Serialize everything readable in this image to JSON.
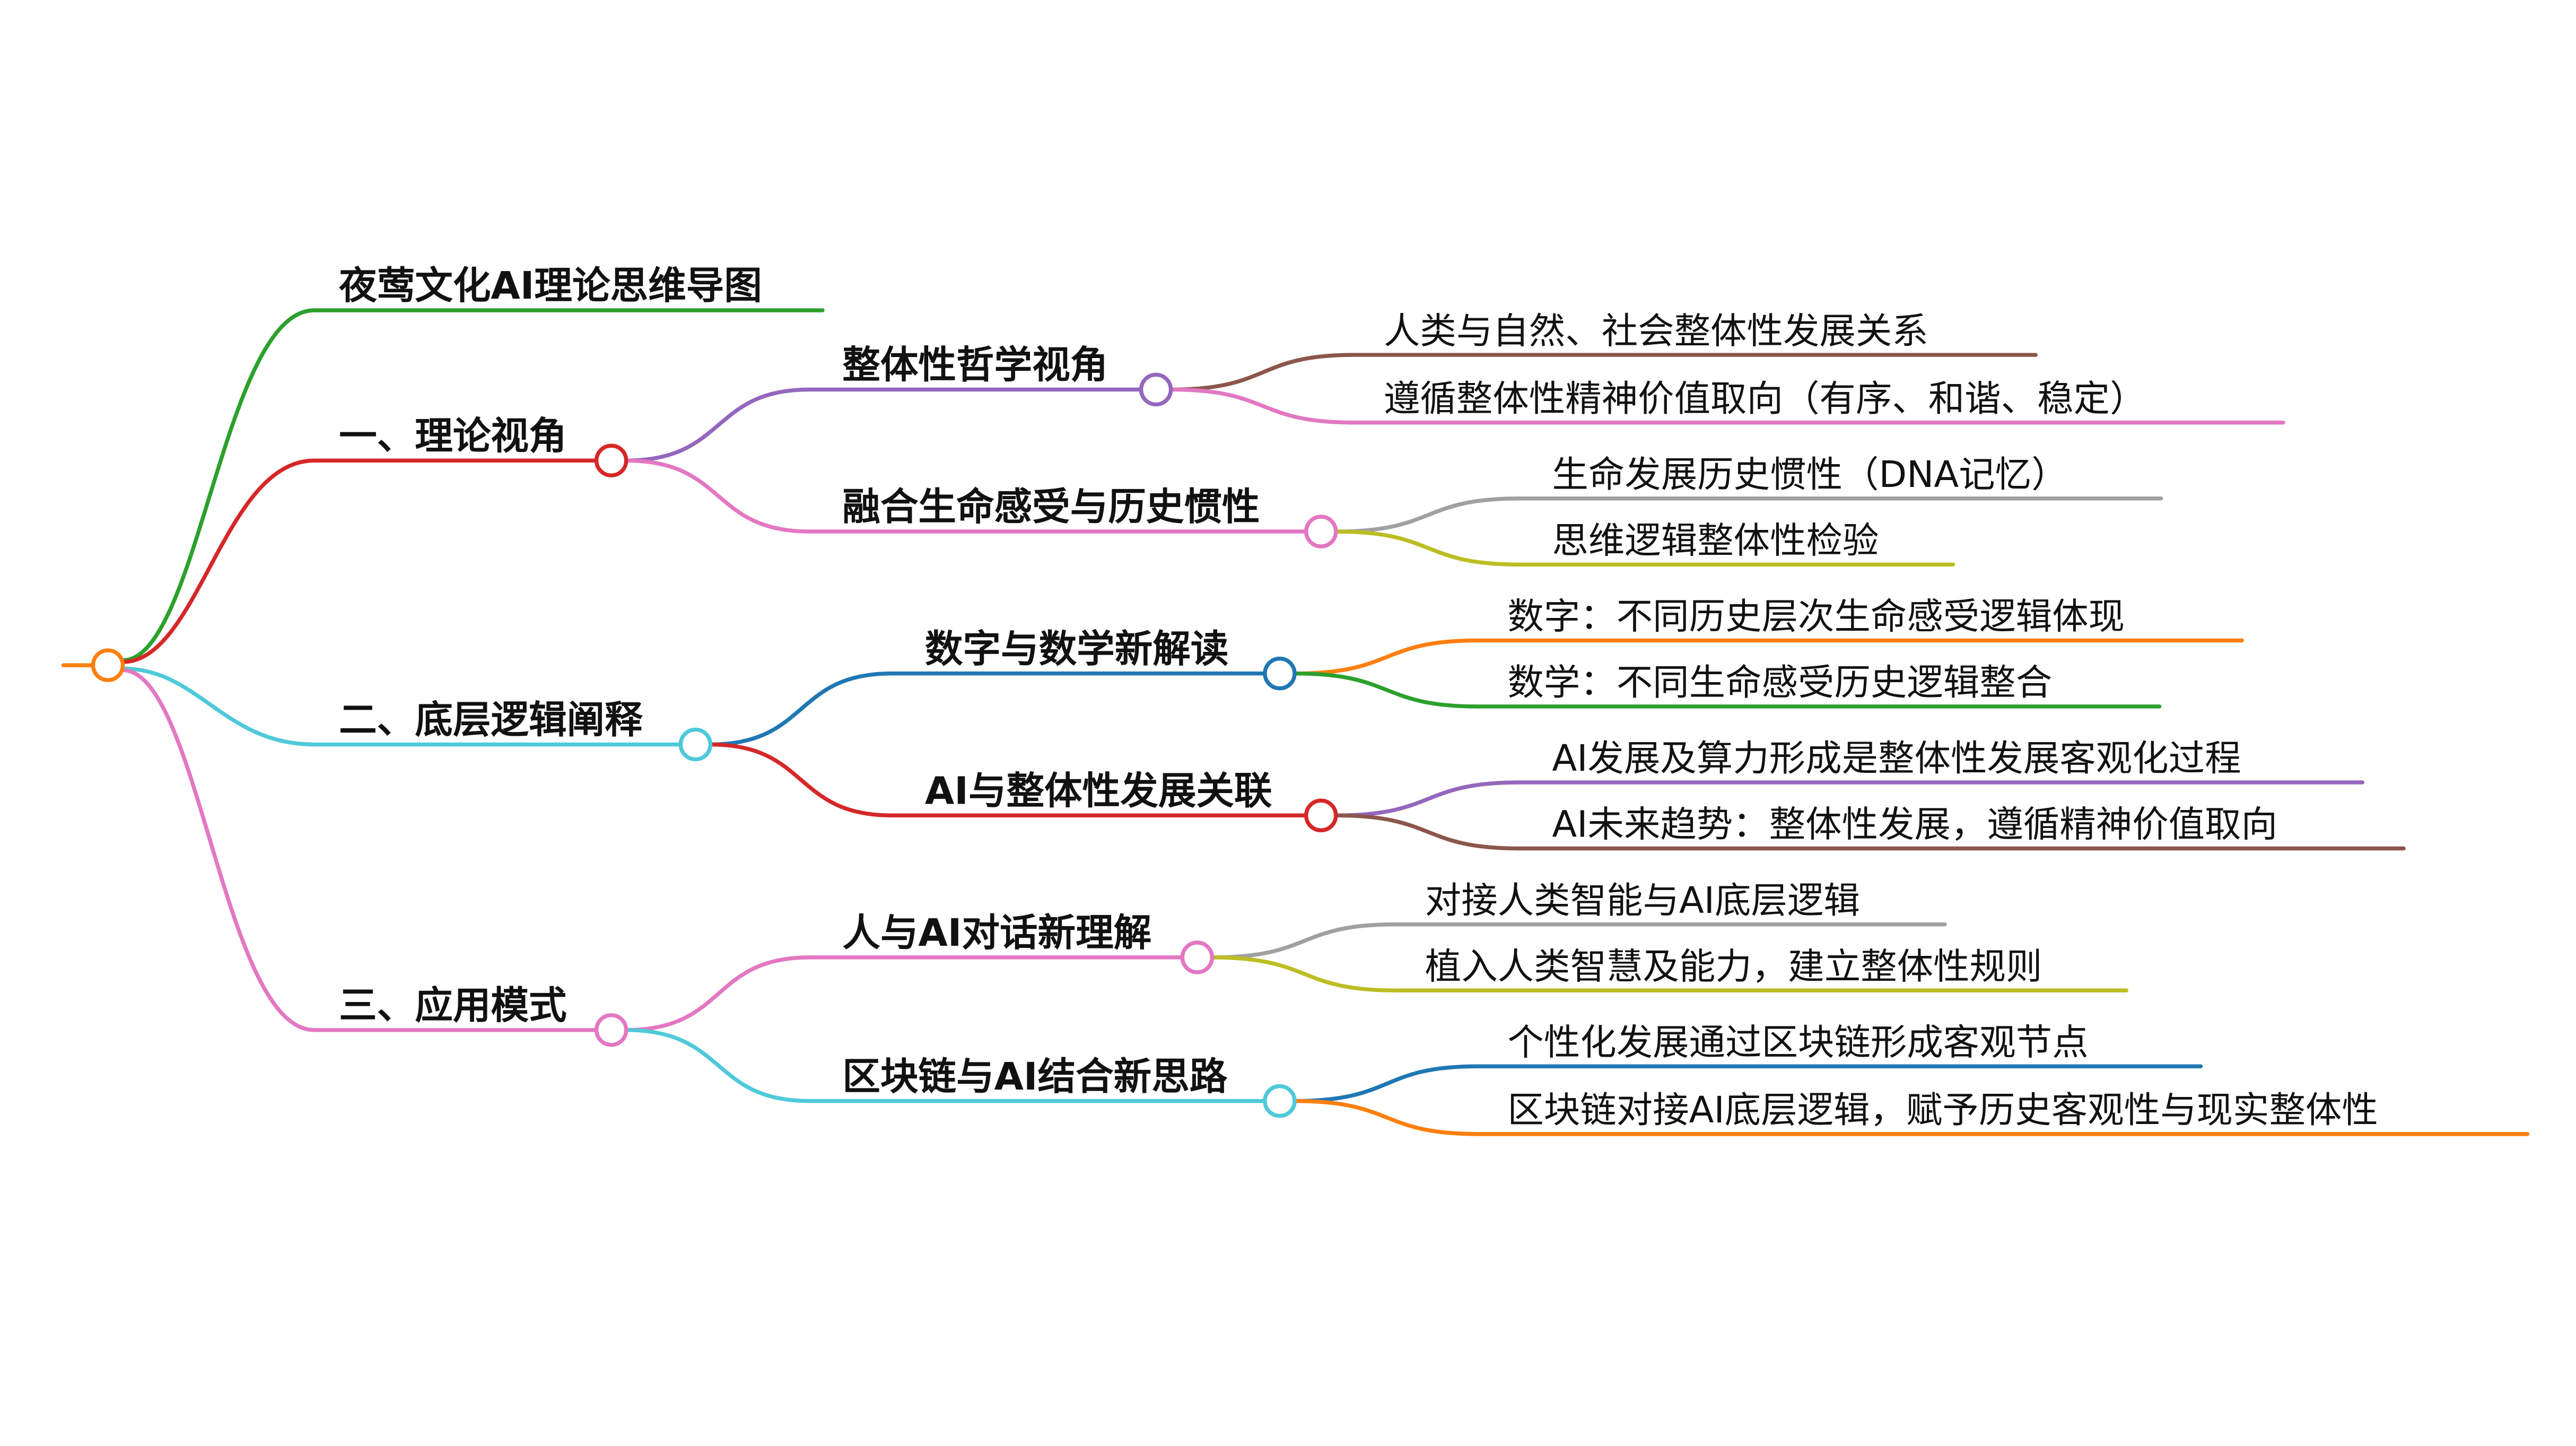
{
  "title": "夜莺文化AI理论思维导图",
  "colors": {
    "root": "#ff7f0e",
    "green": "#2ca02c",
    "red": "#d62728",
    "cyan": "#4fc9d9",
    "pink": "#e377c2",
    "purple": "#9467bd",
    "blue": "#1f77b4",
    "brown": "#8c564b",
    "gray": "#a0a0a0",
    "olive": "#bcbd22",
    "orange": "#ff7f0e"
  },
  "branches": [
    {
      "label": "一、理论视角",
      "children": [
        {
          "label": "整体性哲学视角",
          "leaves": [
            "人类与自然、社会整体性发展关系",
            "遵循整体性精神价值取向（有序、和谐、稳定）"
          ]
        },
        {
          "label": "融合生命感受与历史惯性",
          "leaves": [
            "生命发展历史惯性（DNA记忆）",
            "思维逻辑整体性检验"
          ]
        }
      ]
    },
    {
      "label": "二、底层逻辑阐释",
      "children": [
        {
          "label": "数字与数学新解读",
          "leaves": [
            "数字：不同历史层次生命感受逻辑体现",
            "数学：不同生命感受历史逻辑整合"
          ]
        },
        {
          "label": "AI与整体性发展关联",
          "leaves": [
            "AI发展及算力形成是整体性发展客观化过程",
            "AI未来趋势：整体性发展，遵循精神价值取向"
          ]
        }
      ]
    },
    {
      "label": "三、应用模式",
      "children": [
        {
          "label": "人与AI对话新理解",
          "leaves": [
            "对接人类智能与AI底层逻辑",
            "植入人类智慧及能力，建立整体性规则"
          ]
        },
        {
          "label": "区块链与AI结合新思路",
          "leaves": [
            "个性化发展通过区块链形成客观节点",
            "区块链对接AI底层逻辑，赋予历史客观性与现实整体性"
          ]
        }
      ]
    }
  ]
}
